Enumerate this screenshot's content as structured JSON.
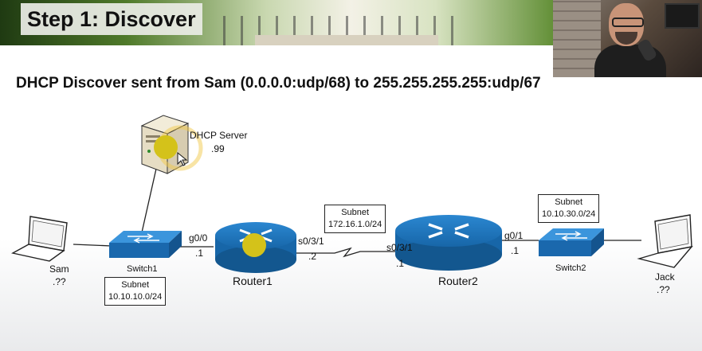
{
  "title": "Step 1: Discover",
  "heading": "DHCP Discover sent from Sam (0.0.0.0:udp/68) to 255.255.255.255:udp/67",
  "nodes": {
    "dhcp_server": {
      "name": "DHCP Server",
      "addr": ".99",
      "icon": "server-icon"
    },
    "sam": {
      "name": "Sam",
      "addr": ".??",
      "icon": "laptop-icon"
    },
    "switch1": {
      "name": "Switch1",
      "icon": "switch-icon"
    },
    "router1": {
      "name": "Router1",
      "icon": "router-icon"
    },
    "router2": {
      "name": "Router2",
      "icon": "router-icon"
    },
    "switch2": {
      "name": "Switch2",
      "icon": "switch-icon"
    },
    "jack": {
      "name": "Jack",
      "addr": ".??",
      "icon": "laptop-icon"
    }
  },
  "interfaces": {
    "r1_g00": "g0/0",
    "r1_g00_addr": ".1",
    "r1_s031": "s0/3/1",
    "r1_s031_addr": ".2",
    "r2_s031": "s0/3/1",
    "r2_s031_addr": ".1",
    "r2_g01": "g0/1",
    "r2_g01_addr": ".1"
  },
  "subnets": {
    "left": {
      "label": "Subnet",
      "value": "10.10.10.0/24"
    },
    "wan": {
      "label": "Subnet",
      "value": "172.16.1.0/24"
    },
    "right": {
      "label": "Subnet",
      "value": "10.10.30.0/24"
    }
  },
  "colors": {
    "device_blue": "#1f73b7",
    "highlight_yellow": "#d4c21a",
    "cursor_ring": "#f2c94c"
  }
}
